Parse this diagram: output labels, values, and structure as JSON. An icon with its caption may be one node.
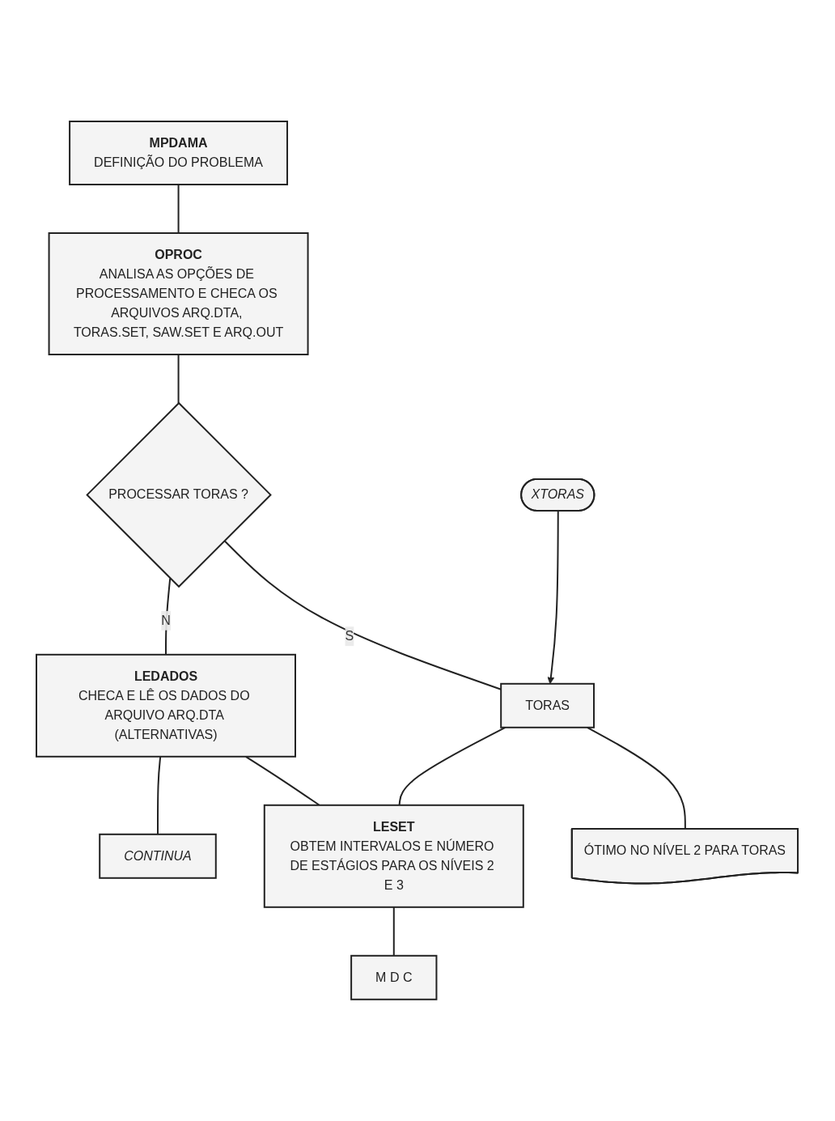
{
  "diagram": {
    "nodes": [
      {
        "text": [
          "MPDAMA",
          "DEFINIÇÃO DO PROBLEMA"
        ]
      },
      {
        "text": [
          "OPROC",
          "ANALISA AS OPÇÕES DE PROCESSAMENTO E CHECA OS ARQUIVOS ARQ.DTA, TORAS.SET, SAW.SET E ARQ.OUT"
        ]
      },
      {
        "text": [
          "PROCESSAR TORAS ?"
        ]
      },
      {
        "text": [
          "XTORAS"
        ]
      },
      {
        "text": [
          "TORAS"
        ]
      },
      {
        "text": [
          "ÓTIMO NO NÍVEL 2 PARA TORAS"
        ]
      },
      {
        "text": [
          "LEDADOS",
          "CHECA E LÊ OS DADOS DO ARQUIVO ARQ.DTA (ALTERNATIVAS)"
        ]
      },
      {
        "text": [
          "LESET",
          "OBTEM INTERVALOS E NÚMERO DE ESTÁGIOS PARA OS NÍVEIS 2 E 3"
        ]
      },
      {
        "text": [
          "M D C"
        ]
      },
      {
        "text": [
          "CONTINUA"
        ]
      }
    ],
    "edges": [
      {
        "from": 0,
        "to": 1,
        "arrow": "none"
      },
      {
        "from": 1,
        "to": 2,
        "arrow": "none"
      },
      {
        "from": 2,
        "to": 4,
        "label": "S",
        "arrow": "none"
      },
      {
        "from": 3,
        "to": 4,
        "arrow": "to"
      },
      {
        "from": 4,
        "to": 5,
        "arrow": "none"
      },
      {
        "from": 2,
        "to": 6,
        "label": "N",
        "arrow": "none"
      },
      {
        "from": 4,
        "to": 7,
        "arrow": "none"
      },
      {
        "from": 6,
        "to": 7,
        "arrow": "none"
      },
      {
        "from": 7,
        "to": 8,
        "arrow": "none"
      },
      {
        "from": 6,
        "to": 9,
        "arrow": "none"
      }
    ]
  }
}
